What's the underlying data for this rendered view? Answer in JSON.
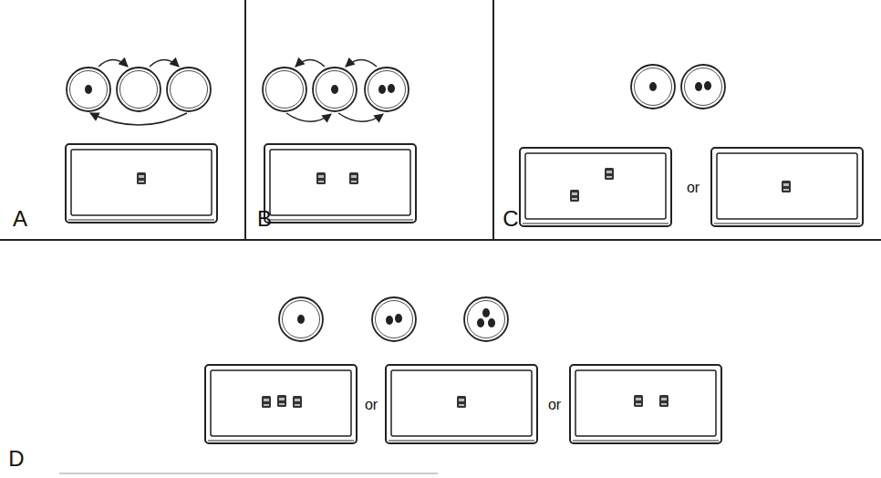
{
  "diagram": {
    "labels": [
      "A",
      "B",
      "C",
      "or",
      "D",
      "or",
      "or"
    ]
  }
}
